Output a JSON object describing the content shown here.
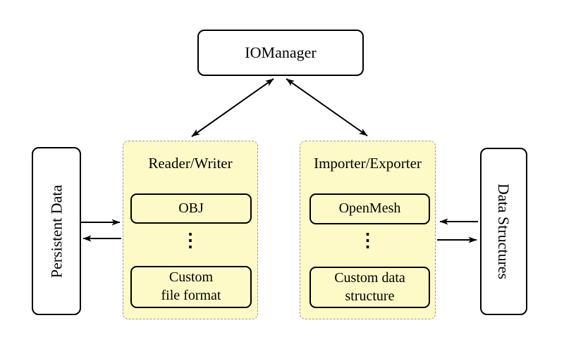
{
  "colors": {
    "background": "#ffffff",
    "panel-fill": "#fdfac8",
    "panel-border": "#9a9a94",
    "node-fill": "#ffffff",
    "line": "#000000",
    "text": "#000000"
  },
  "nodes": {
    "iomanager": {
      "label": "IOManager"
    },
    "persistent_data": {
      "label": "Persistent Data"
    },
    "data_structures": {
      "label": "Data Structures"
    }
  },
  "panels": {
    "reader_writer": {
      "title": "Reader/Writer",
      "items": [
        "OBJ",
        "Custom\nfile format"
      ],
      "ellipsis": "⋮"
    },
    "importer_exporter": {
      "title": "Importer/Exporter",
      "items": [
        "OpenMesh",
        "Custom data\nstructure"
      ],
      "ellipsis": "⋮"
    }
  },
  "edges": [
    {
      "from": "IOManager",
      "to": "Reader/Writer",
      "style": "bidirectional"
    },
    {
      "from": "IOManager",
      "to": "Importer/Exporter",
      "style": "bidirectional"
    },
    {
      "from": "Persistent Data",
      "to": "Reader/Writer",
      "style": "directed"
    },
    {
      "from": "Reader/Writer",
      "to": "Persistent Data",
      "style": "directed"
    },
    {
      "from": "Data Structures",
      "to": "Importer/Exporter",
      "style": "directed"
    },
    {
      "from": "Importer/Exporter",
      "to": "Data Structures",
      "style": "directed"
    }
  ]
}
